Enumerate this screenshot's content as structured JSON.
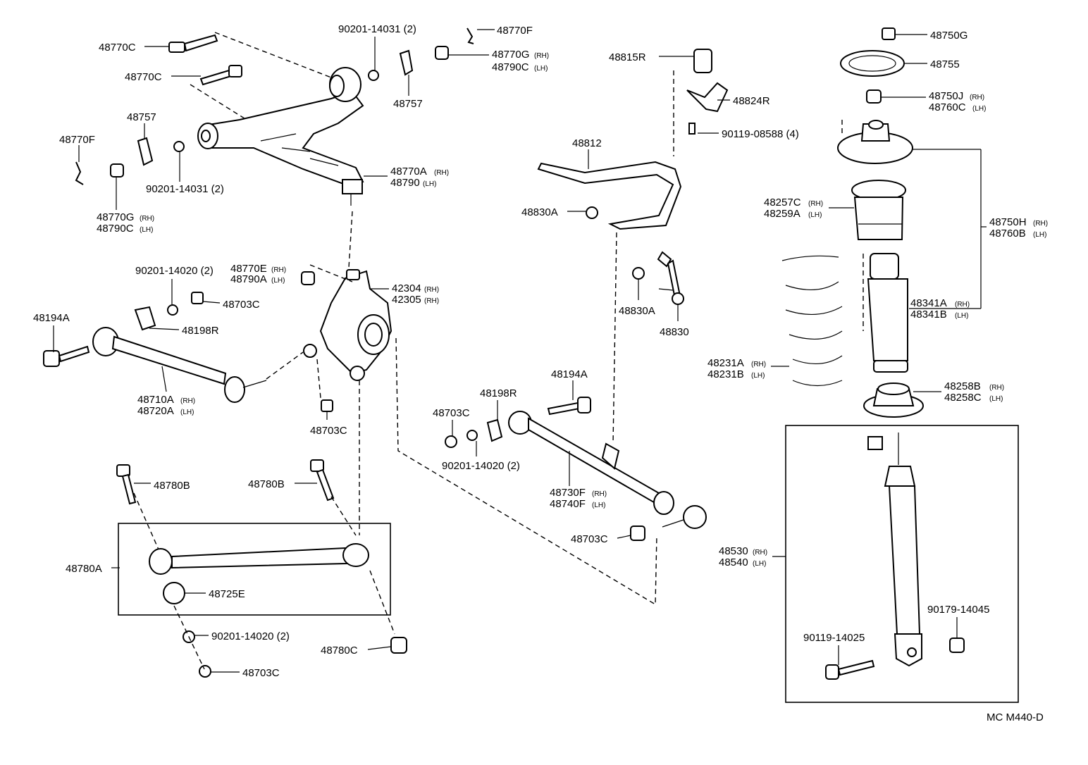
{
  "diagram_code": "MC M440-D",
  "labels": {
    "p48770C_a": "48770C",
    "p90201_14031_a": "90201-14031 (2)",
    "p48770F_a": "48770F",
    "p48770G_a": "48770G",
    "p48790C_a": "48790C",
    "p48770C_b": "48770C",
    "p48757_a": "48757",
    "p48757_b": "48757",
    "p48770F_b": "48770F",
    "p90201_14031_b": "90201-14031 (2)",
    "p48770A": "48770A",
    "p48790": "48790",
    "p48770G_b": "48770G",
    "p48790C_b": "48790C",
    "p90201_14020_a": "90201-14020 (2)",
    "p48770E": "48770E",
    "p48790A": "48790A",
    "p42304": "42304",
    "p42305": "42305",
    "p48703C_a": "48703C",
    "p48194A_a": "48194A",
    "p48198R_a": "48198R",
    "p48710A": "48710A",
    "p48720A": "48720A",
    "p48703C_b": "48703C",
    "p48780B_a": "48780B",
    "p48780B_b": "48780B",
    "p48780A": "48780A",
    "p48725E": "48725E",
    "p90201_14020_b": "90201-14020 (2)",
    "p48780C": "48780C",
    "p48703C_c": "48703C",
    "p48815R": "48815R",
    "p48824R": "48824R",
    "p90119_08588": "90119-08588 (4)",
    "p48812": "48812",
    "p48830A_a": "48830A",
    "p48830A_b": "48830A",
    "p48830": "48830",
    "p48194A_b": "48194A",
    "p48198R_b": "48198R",
    "p48703C_d": "48703C",
    "p90201_14020_c": "90201-14020 (2)",
    "p48730F": "48730F",
    "p48740F": "48740F",
    "p48703C_e": "48703C",
    "p48750G": "48750G",
    "p48755": "48755",
    "p48750J": "48750J",
    "p48760C": "48760C",
    "p48257C": "48257C",
    "p48259A": "48259A",
    "p48750H": "48750H",
    "p48760B": "48760B",
    "p48341A": "48341A",
    "p48341B": "48341B",
    "p48231A": "48231A",
    "p48231B": "48231B",
    "p48258B": "48258B",
    "p48258C": "48258C",
    "p48530": "48530",
    "p48540": "48540",
    "p90179_14045": "90179-14045",
    "p90119_14025": "90119-14025"
  },
  "sides": {
    "rh": "(RH)",
    "lh": "(LH)"
  }
}
